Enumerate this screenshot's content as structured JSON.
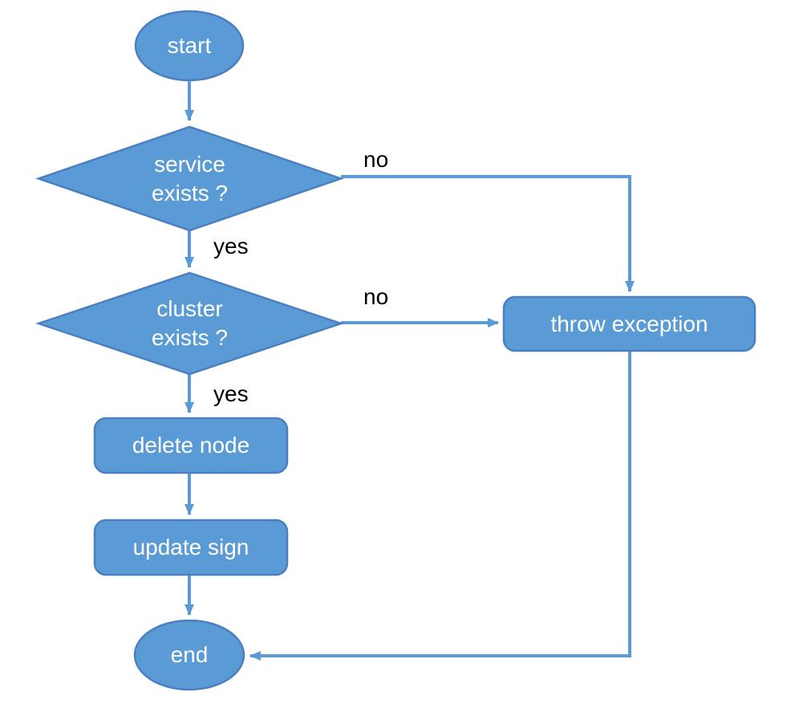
{
  "diagram": {
    "type": "flowchart",
    "colors": {
      "background": "#FFFFFF",
      "shape_fill": "#5B9BD5",
      "shape_stroke": "#4A7FC1",
      "connector": "#5B9BD5",
      "node_text": "#FFFFFF",
      "label_text": "#000000"
    },
    "nodes": {
      "start": {
        "label": "start",
        "shape": "ellipse"
      },
      "service_exists": {
        "label": "service\nexists ?",
        "shape": "diamond"
      },
      "cluster_exists": {
        "label": "cluster\nexists ?",
        "shape": "diamond"
      },
      "throw_exception": {
        "label": "throw exception",
        "shape": "rounded-rect"
      },
      "delete_node": {
        "label": "delete node",
        "shape": "rounded-rect"
      },
      "update_sign": {
        "label": "update sign",
        "shape": "rounded-rect"
      },
      "end": {
        "label": "end",
        "shape": "ellipse"
      }
    },
    "edges": {
      "service_no_label": "no",
      "service_yes_label": "yes",
      "cluster_no_label": "no",
      "cluster_yes_label": "yes"
    }
  }
}
